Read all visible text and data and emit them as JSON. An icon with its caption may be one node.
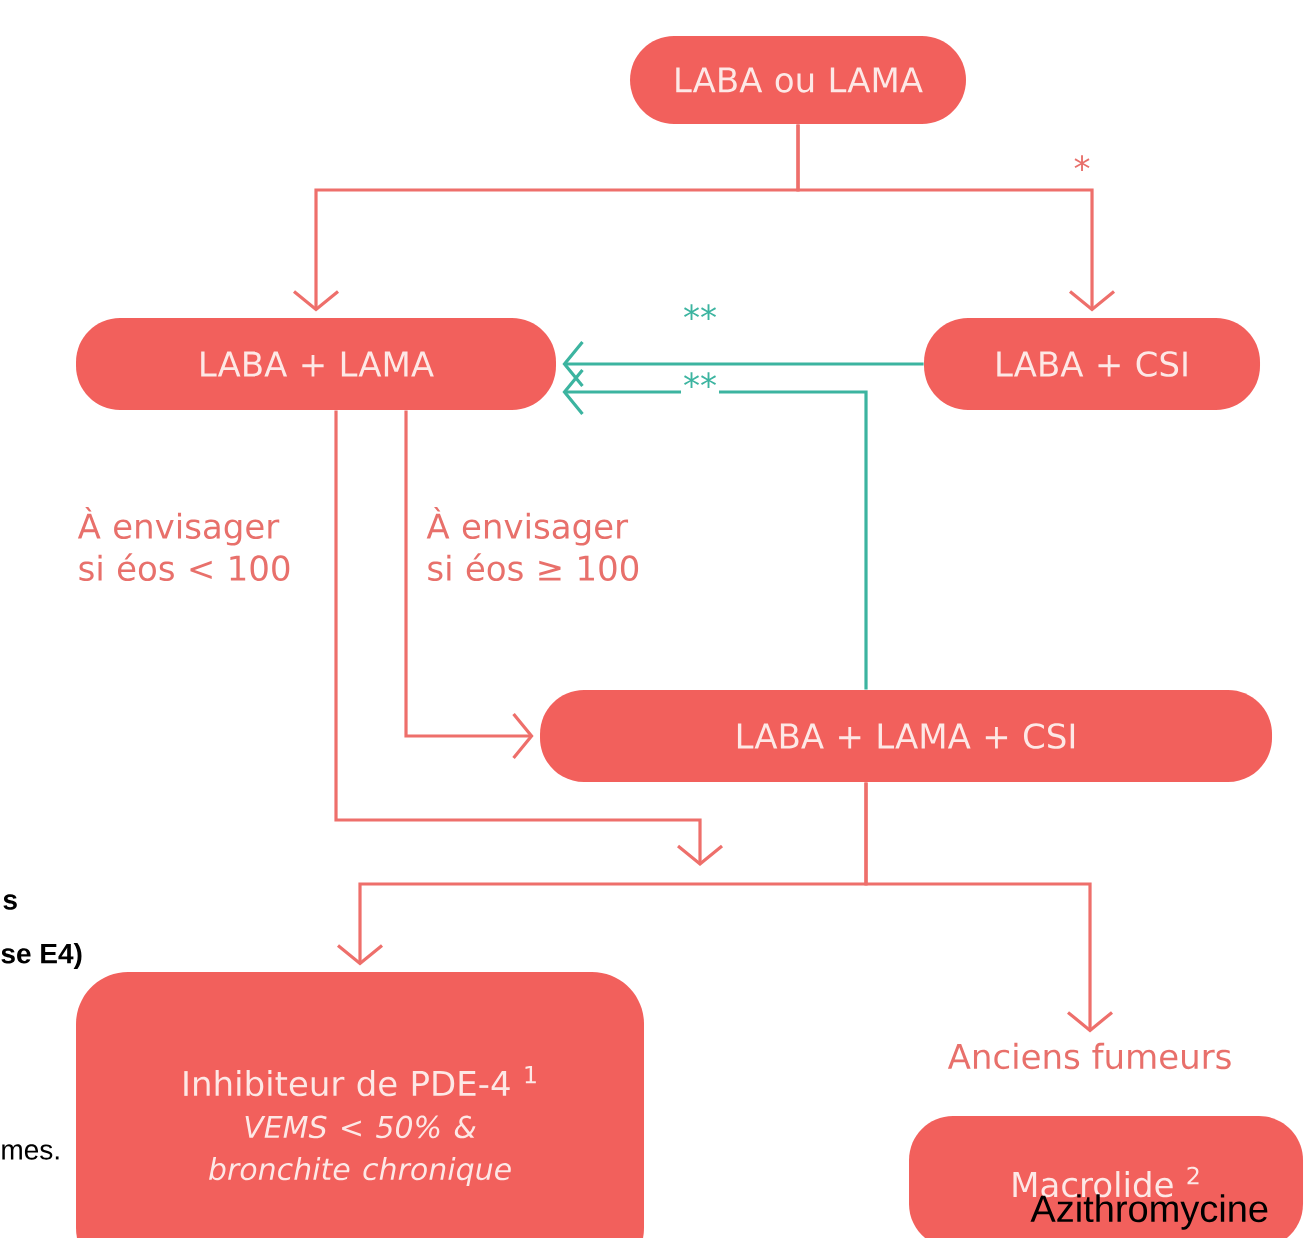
{
  "diagram": {
    "nodes": [
      {
        "text": [
          "LABA ou LAMA"
        ]
      },
      {
        "text": [
          "LABA + LAMA"
        ]
      },
      {
        "text": [
          "LABA + CSI"
        ]
      },
      {
        "text": [
          "LABA + LAMA + CSI"
        ]
      },
      {
        "text": [
          "Inhibiteur de PDE-4 $^{1}$",
          "VEMS < 50% & bronchite chronique"
        ]
      },
      {
        "text": [
          "Anciens fumeurs"
        ]
      },
      {
        "text": [
          "Macrolide $^{2}$"
        ]
      }
    ],
    "edges": [
      {
        "from": 0,
        "to": 1,
        "arrow": "to"
      },
      {
        "from": 0,
        "to": 2,
        "arrow": "to",
        "label": "*"
      },
      {
        "from": 2,
        "to": 1,
        "arrow": "to",
        "label": "**",
        "color": "#3cb4a0"
      },
      {
        "from": 3,
        "to": 1,
        "arrow": "to",
        "label": "**",
        "color": "#3cb4a0"
      },
      {
        "from": 1,
        "to": 3,
        "arrow": "to",
        "label": "À envisager si éos ≥ 100"
      },
      {
        "from": 1,
        "to": null,
        "arrow": "to",
        "label": "À envisager si éos < 100"
      },
      {
        "from": 3,
        "to": 4,
        "arrow": "to"
      },
      {
        "from": 3,
        "to": 5,
        "arrow": "to"
      }
    ],
    "labels": [
      "s",
      "se E4)",
      "mes.",
      "Azithromycine"
    ]
  }
}
